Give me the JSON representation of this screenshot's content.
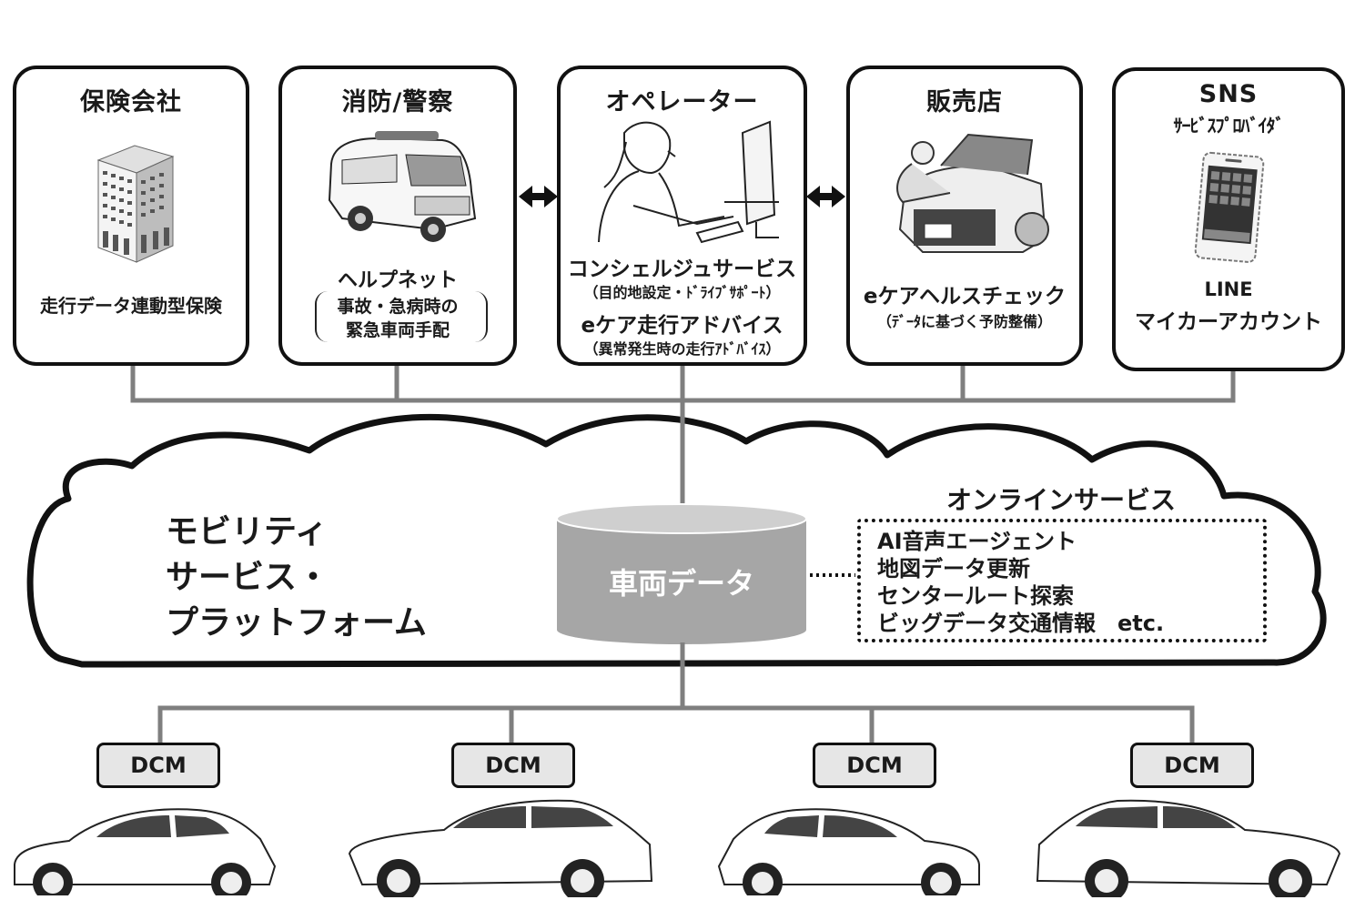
{
  "partners": [
    {
      "title": "保険会社",
      "icon": "office-building",
      "service_lines": [
        "走行データ連動型保険"
      ]
    },
    {
      "title": "消防/警察",
      "icon": "ambulance",
      "service_lines": [
        "ヘルプネット"
      ],
      "service_note_lines": [
        "事故・急病時の",
        "緊急車両手配"
      ]
    },
    {
      "title": "オペレーター",
      "icon": "operator-with-headset",
      "services": [
        {
          "name": "コンシェルジュサービス",
          "note": "（目的地設定・ﾄﾞﾗｲﾌﾞｻﾎﾟｰﾄ）"
        },
        {
          "name": "eケア走行アドバイス",
          "note": "（異常発生時の走行ｱﾄﾞﾊﾞｲｽ）"
        }
      ]
    },
    {
      "title": "販売店",
      "icon": "mechanic-repairing-car",
      "services": [
        {
          "name": "eケアヘルスチェック",
          "note": "（ﾃﾞｰﾀに基づく予防整備）"
        }
      ]
    },
    {
      "title": "SNS",
      "subtitle": "ｻｰﾋﾞｽﾌﾟﾛﾊﾞｲﾀﾞ",
      "icon": "smartphone",
      "service_lines": [
        "LINE",
        "マイカーアカウント"
      ]
    }
  ],
  "arrows": [
    "bidirectional-arrow",
    "bidirectional-arrow"
  ],
  "platform": {
    "title_lines": [
      "モビリティ",
      "サービス・",
      "プラットフォーム"
    ],
    "database_label": "車両データ",
    "online_services": {
      "title": "オンラインサービス",
      "items": [
        "AI音声エージェント",
        "地図データ更新",
        "センタールート探索",
        "ビッグデータ交通情報　etc."
      ]
    }
  },
  "vehicles": [
    {
      "module": "DCM",
      "type": "hatchback",
      "facing": "left"
    },
    {
      "module": "DCM",
      "type": "sedan",
      "facing": "left"
    },
    {
      "module": "DCM",
      "type": "hatchback",
      "facing": "right"
    },
    {
      "module": "DCM",
      "type": "sedan",
      "facing": "right"
    }
  ],
  "colors": {
    "outline": "#111111",
    "connector": "#7f7f7f",
    "database": "#a6a6a6",
    "database_top": "#cfcfcf",
    "dcm_fill": "#e6e6e6"
  }
}
